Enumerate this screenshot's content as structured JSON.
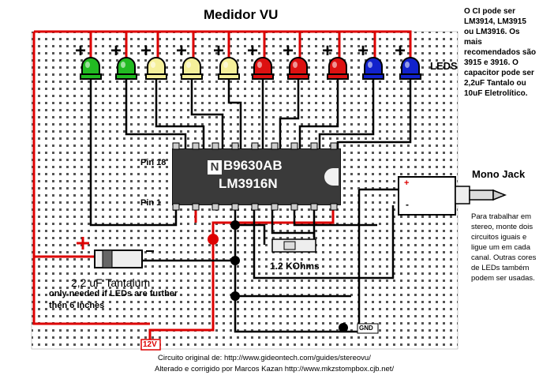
{
  "title": "Medidor VU",
  "note_chips": "O CI pode ser LM3914, LM3915 ou LM3916. Os mais recomendados são 3915 e 3916. O capacitor pode ser 2,2uF Tantalo ou 10uF Eletrolítico.",
  "leds_label": "LEDS",
  "led_plus_sign": "+",
  "led_colors": [
    "#22bb22",
    "#22bb22",
    "#f5f09a",
    "#f5f09a",
    "#f5f09a",
    "#dd1111",
    "#dd1111",
    "#dd1111",
    "#1122cc",
    "#1122cc"
  ],
  "chip": {
    "logo": "N",
    "part_line1": "B9630AB",
    "part_line2": "LM3916N"
  },
  "pin18_label": "Pin 18",
  "pin1_label": "Pin 1",
  "mono_jack_label": "Mono Jack",
  "jack_plus": "+",
  "jack_minus": "-",
  "stereo_note": "Para trabalhar em stereo, monte dois circuitos iguais e ligue um em cada canal. Outras cores de LEDs também podem ser usadas.",
  "resistor_label": "1.2 KOhms",
  "capacitor": {
    "plus": "+",
    "minus": "-",
    "label": "2,2 uF Tantalum",
    "note_line1": "only needed if LEDs are further",
    "note_line2": "then 6 Inches"
  },
  "gnd_label": "GND",
  "v12_label": "12V",
  "credit_line1": "Circuito original de: http://www.gideontech.com/guides/stereovu/",
  "credit_line2": "Alterado e corrigido por Marcos Kazan http://www.mkzstompbox.cjb.net/",
  "colors": {
    "wire_red": "#dd0000",
    "wire_black": "#000000",
    "breadboard_hole": "#444444",
    "chip_body": "#3a3a3a"
  }
}
